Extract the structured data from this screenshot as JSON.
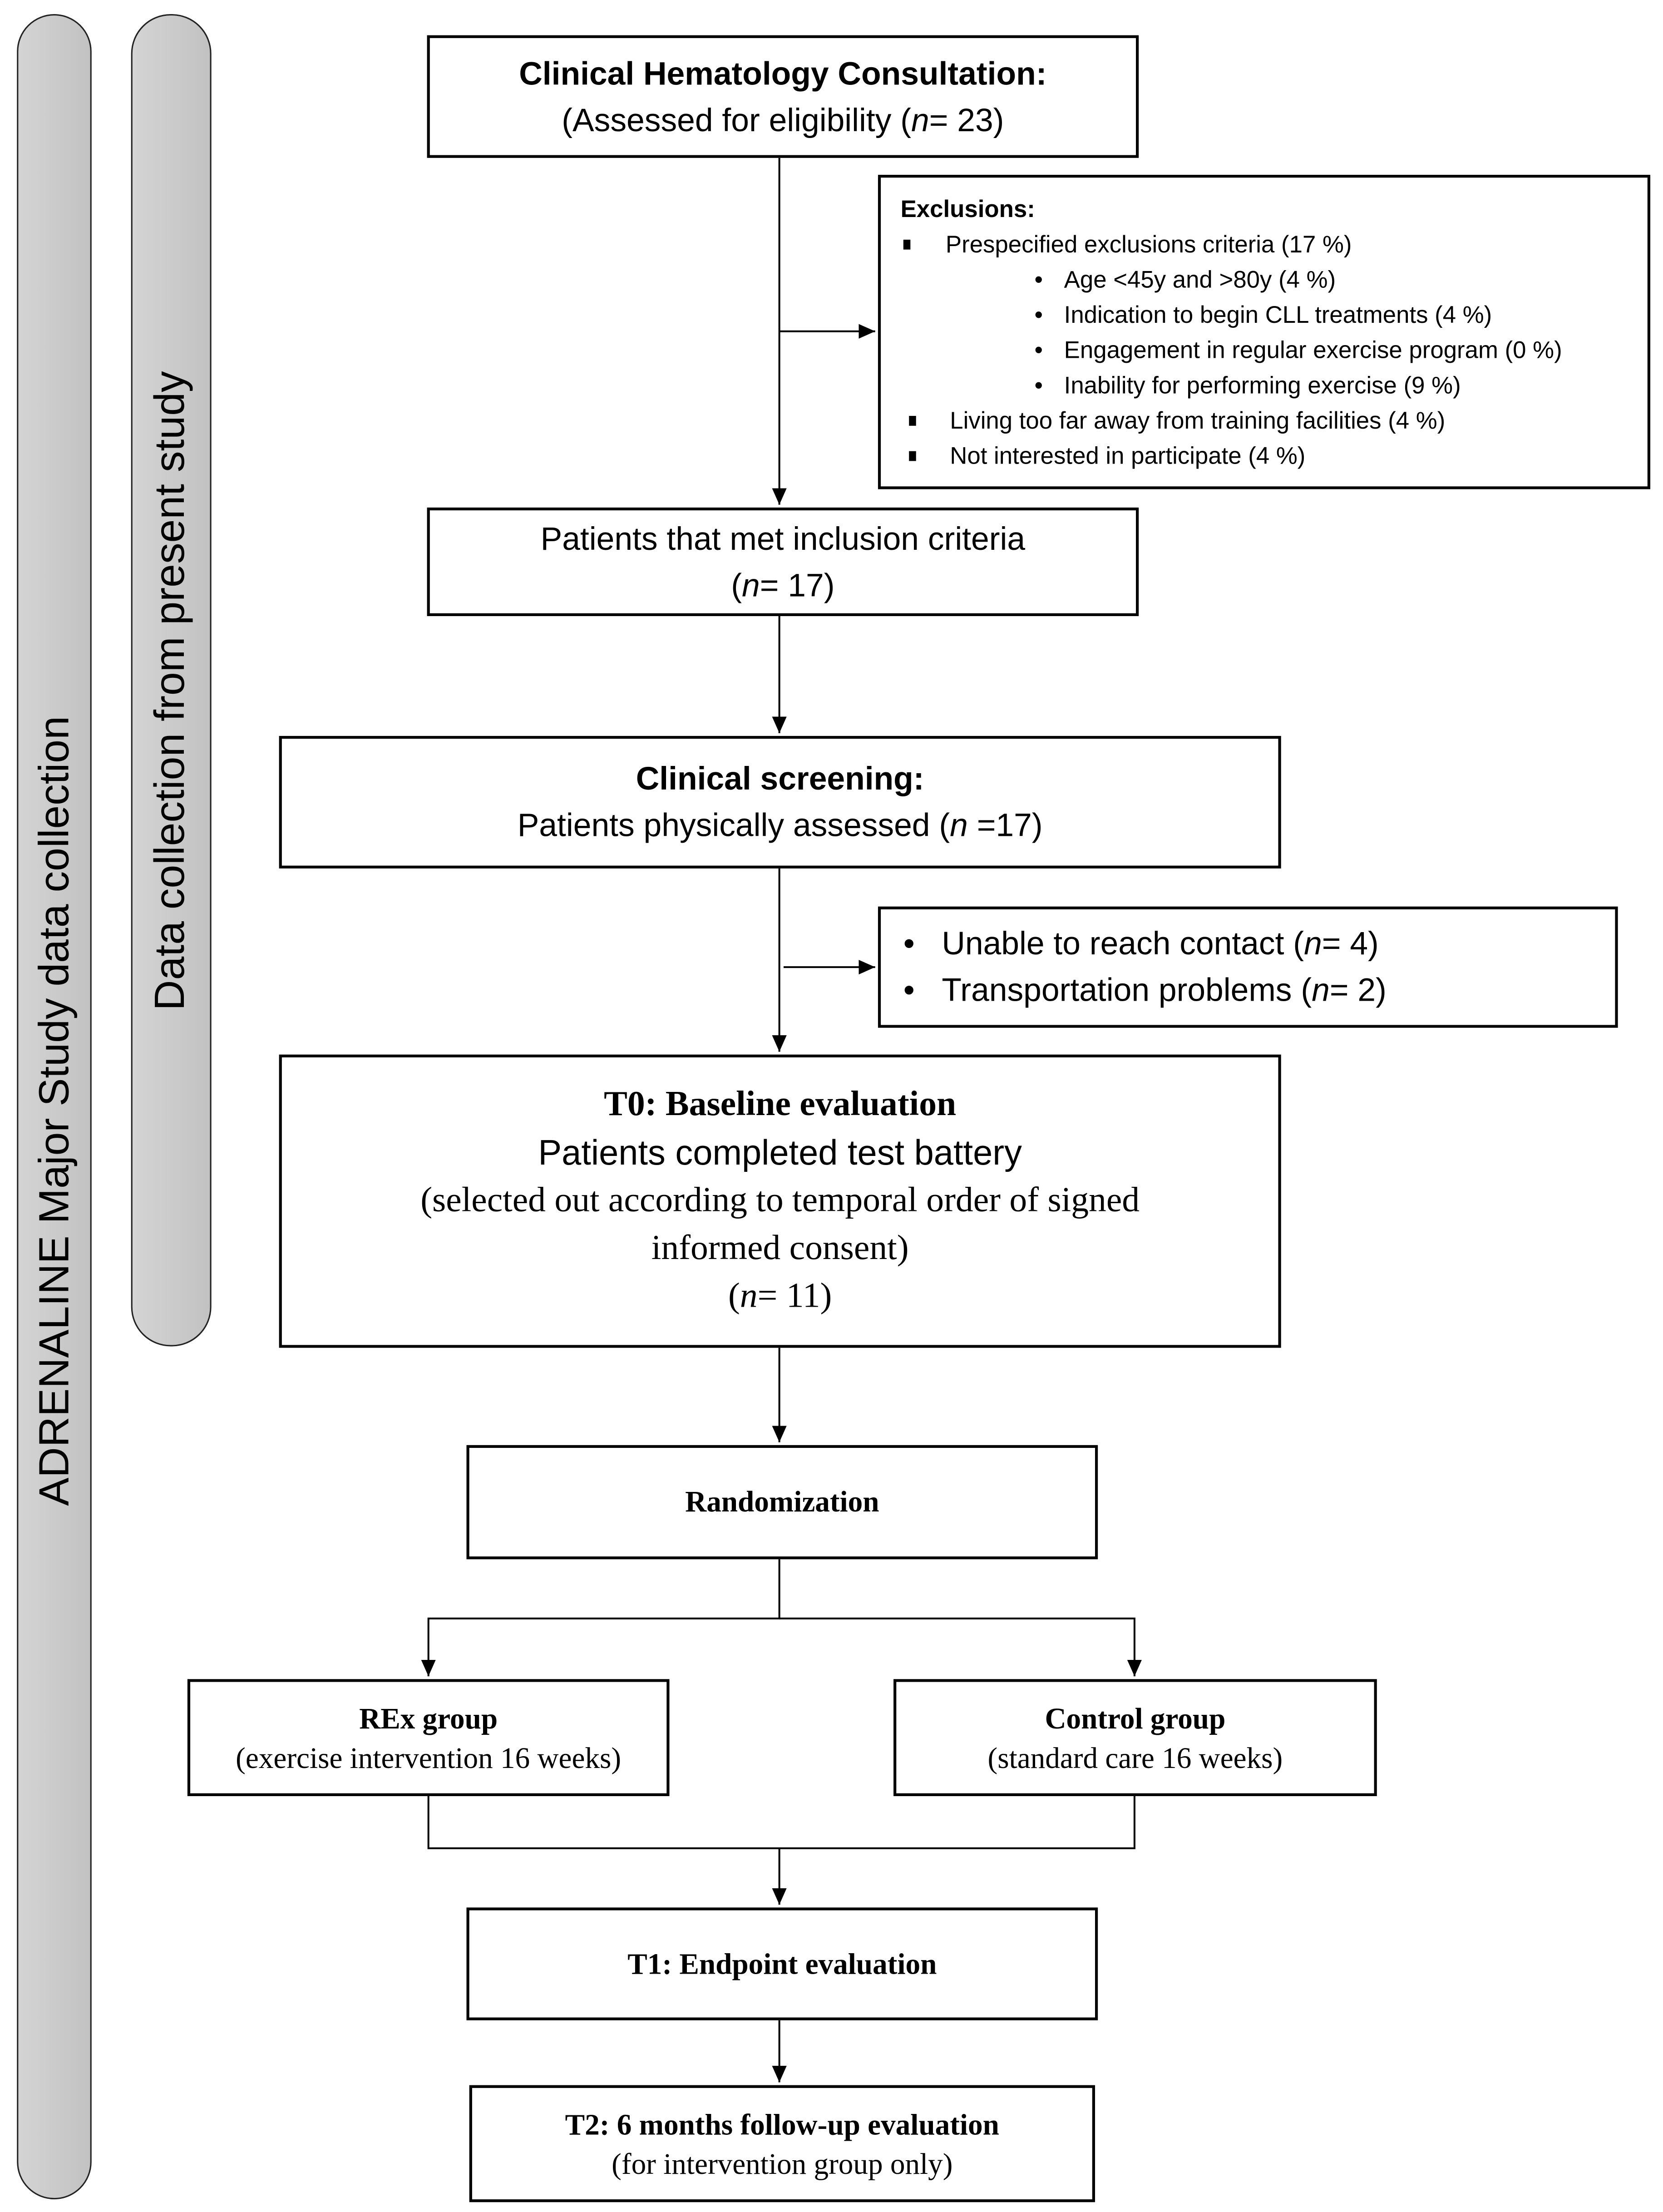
{
  "side_labels": {
    "outer": "ADRENALINE Major Study data collection",
    "inner": "Data collection from present study"
  },
  "consultation": {
    "title": "Clinical Hematology Consultation:",
    "line_pre": "(Assessed for eligibility (",
    "n_var": "n",
    "line_post": "= 23)"
  },
  "exclusions": {
    "title": "Exclusions:",
    "items": [
      {
        "text": "Prespecified exclusions criteria (17 %)",
        "sub": [
          "Age <45y and >80y (4 %)",
          "Indication to begin CLL treatments (4 %)",
          "Engagement in regular exercise program (0 %)",
          "Inability for performing exercise (9 %)"
        ]
      },
      {
        "text": "Living too far away from training facilities (4 %)"
      },
      {
        "text": "Not interested in participate (4 %)"
      }
    ]
  },
  "inclusion": {
    "line1": "Patients that met inclusion criteria",
    "pre": "(",
    "n_var": "n",
    "post": "= 17)"
  },
  "screening": {
    "title": "Clinical screening:",
    "pre": "Patients physically assessed (",
    "n_var": "n",
    "post": " =17)"
  },
  "dropouts": [
    {
      "pre": "Unable to reach contact (",
      "n_var": "n",
      "post": "= 4)"
    },
    {
      "pre": "Transportation problems (",
      "n_var": "n",
      "post": "= 2)"
    }
  ],
  "baseline": {
    "title": "T0: Baseline evaluation",
    "line1": "Patients completed test battery",
    "line2": "(selected out according to temporal order of signed",
    "line3": "informed consent)",
    "pre": "(",
    "n_var": "n",
    "post": "= 11)"
  },
  "randomization": {
    "title": "Randomization"
  },
  "rex_group": {
    "title": "REx group",
    "sub": "(exercise intervention 16 weeks)"
  },
  "control_group": {
    "title": "Control group",
    "sub": "(standard care 16 weeks)"
  },
  "t1": {
    "title": "T1: Endpoint evaluation"
  },
  "t2": {
    "title": "T2: 6 months follow-up evaluation",
    "sub": "(for intervention group only)"
  }
}
